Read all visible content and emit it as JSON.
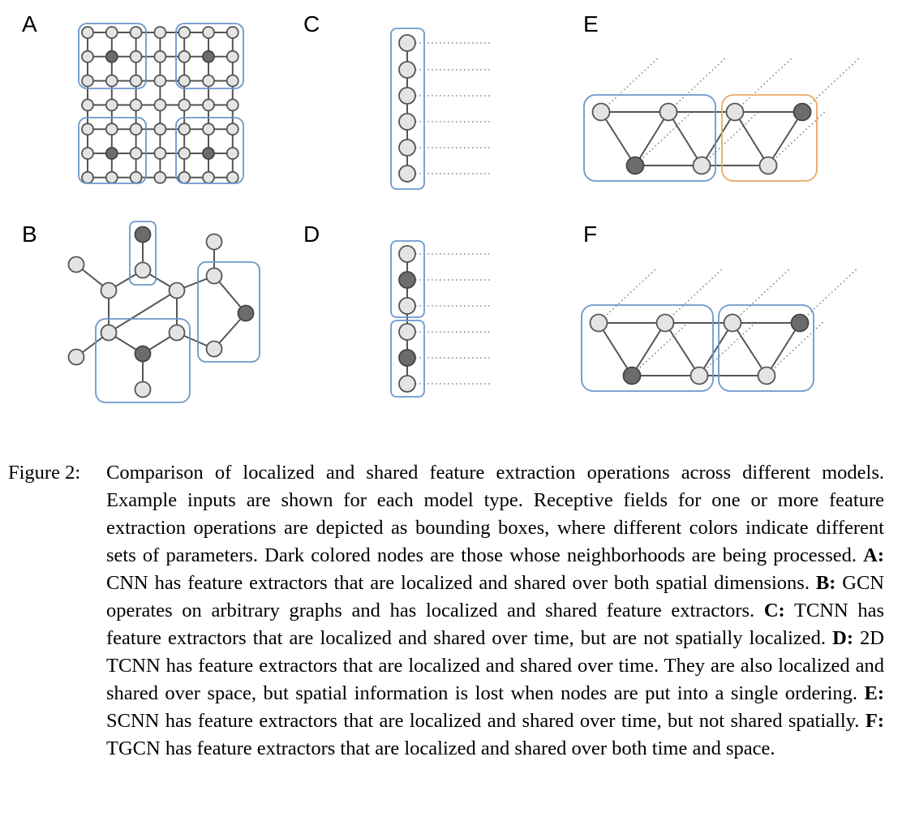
{
  "panels": {
    "a": "A",
    "b": "B",
    "c": "C",
    "d": "D",
    "e": "E",
    "f": "F"
  },
  "colors": {
    "blue_box": "#6b98cc",
    "orange_box": "#eca864",
    "light_node": "#e4e4e4",
    "dark_node": "#6c6c6c"
  },
  "caption": {
    "label": "Figure 2:",
    "parts": [
      {
        "bold": false,
        "text": "Comparison of localized and shared feature extraction operations across different models. Example inputs are shown for each model type. Receptive fields for one or more feature extraction operations are depicted as bounding boxes, where different colors indicate different sets of parameters. Dark colored nodes are those whose neighborhoods are being processed. "
      },
      {
        "bold": true,
        "text": "A:"
      },
      {
        "bold": false,
        "text": " CNN has feature extractors that are localized and shared over both spatial dimensions. "
      },
      {
        "bold": true,
        "text": "B:"
      },
      {
        "bold": false,
        "text": " GCN operates on arbitrary graphs and has localized and shared feature extractors. "
      },
      {
        "bold": true,
        "text": "C:"
      },
      {
        "bold": false,
        "text": " TCNN has feature extractors that are localized and shared over time, but are not spatially localized. "
      },
      {
        "bold": true,
        "text": "D:"
      },
      {
        "bold": false,
        "text": " 2D TCNN has feature extractors that are localized and shared over time. They are also localized and shared over space, but spatial information is lost when nodes are put into a single ordering. "
      },
      {
        "bold": true,
        "text": "E:"
      },
      {
        "bold": false,
        "text": " SCNN has feature extractors that are localized and shared over time, but not shared spatially. "
      },
      {
        "bold": true,
        "text": "F:"
      },
      {
        "bold": false,
        "text": " TGCN has feature extractors that are localized and shared over both time and space."
      }
    ]
  }
}
